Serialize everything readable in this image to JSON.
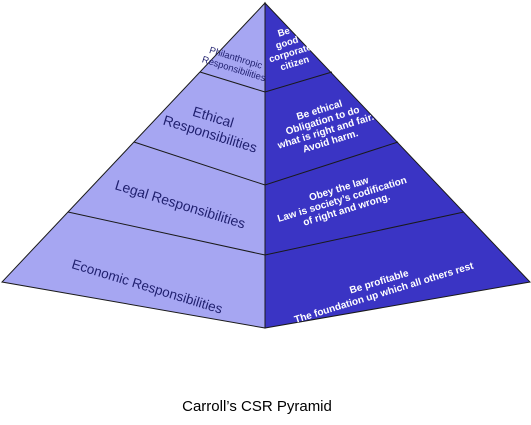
{
  "caption": "Carroll’s CSR Pyramid",
  "colors": {
    "left_face": "#a6a6f2",
    "right_face": "#3a34c4",
    "edge": "#1a1a1a",
    "left_text": "#1f1f6e",
    "right_text": "#ffffff"
  },
  "tiers": [
    {
      "left_lines": [
        "Philanthropic",
        "Responsibilities"
      ],
      "right_lines": [
        "Be",
        "good",
        "corporate",
        "citizen"
      ]
    },
    {
      "left_lines": [
        "Ethical",
        "Responsibilities"
      ],
      "right_lines": [
        "Be ethical",
        "Obligation to do",
        "what is right and fair.",
        "Avoid harm."
      ]
    },
    {
      "left_lines": [
        "Legal Responsibilities"
      ],
      "right_lines": [
        "Obey the law",
        "Law is society’s codification",
        "of right and wrong."
      ]
    },
    {
      "left_lines": [
        "Economic Responsibilities"
      ],
      "right_lines": [
        "Be profitable",
        "The foundation up which all others rest"
      ]
    }
  ]
}
